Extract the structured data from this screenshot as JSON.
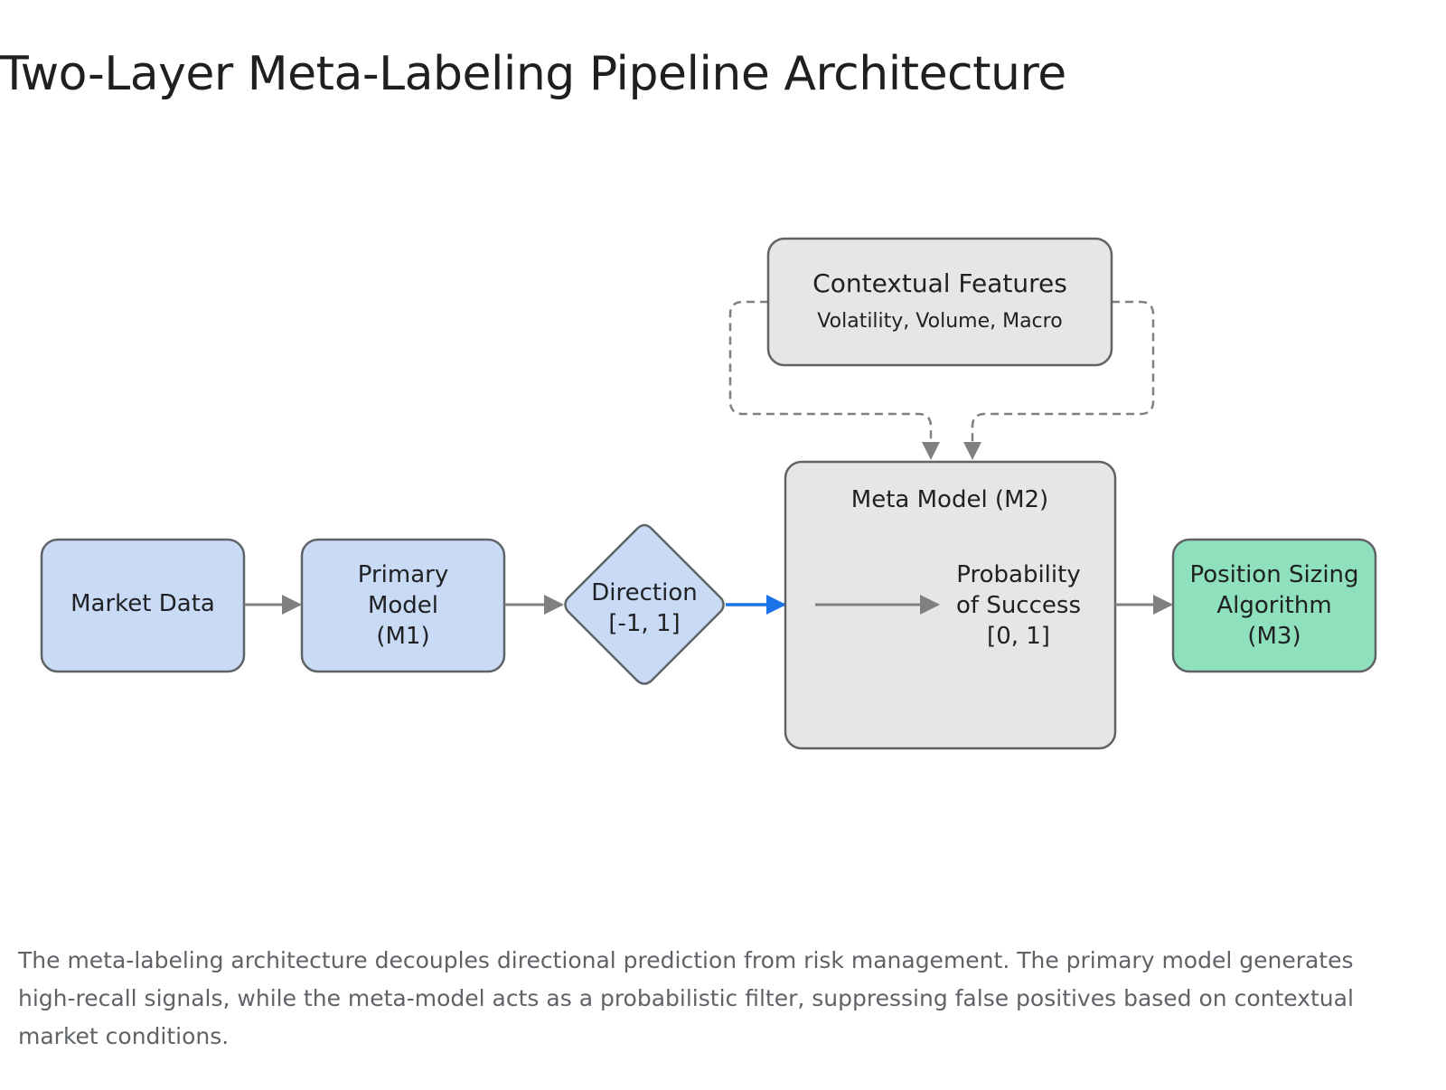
{
  "page": {
    "title": "Two-Layer Meta-Labeling Pipeline Architecture",
    "caption": "The meta-labeling architecture decouples directional prediction from risk management. The primary model generates high-recall signals, while the meta-model acts as a probabilistic filter, suppressing false positives based on contextual market conditions."
  },
  "diagram": {
    "nodes": {
      "market_data": {
        "label": "Market Data"
      },
      "primary_model": {
        "line1": "Primary",
        "line2": "Model",
        "line3": "(M1)"
      },
      "direction": {
        "line1": "Direction",
        "line2": "[-1, 1]"
      },
      "contextual_features": {
        "title": "Contextual Features",
        "subtitle": "Volatility, Volume, Macro"
      },
      "meta_model": {
        "title": "Meta Model (M2)",
        "line1": "Probability",
        "line2": "of Success",
        "line3": "[0, 1]"
      },
      "position_sizing": {
        "line1": "Position Sizing",
        "line2": "Algorithm",
        "line3": "(M3)"
      }
    },
    "colors": {
      "blue_fill": "#c9daf5",
      "gray_fill": "#e6e6e6",
      "green_fill": "#8fe0bd",
      "stroke": "#5f6368",
      "arrow_gray": "#808080",
      "arrow_blue": "#1a73e8"
    }
  }
}
